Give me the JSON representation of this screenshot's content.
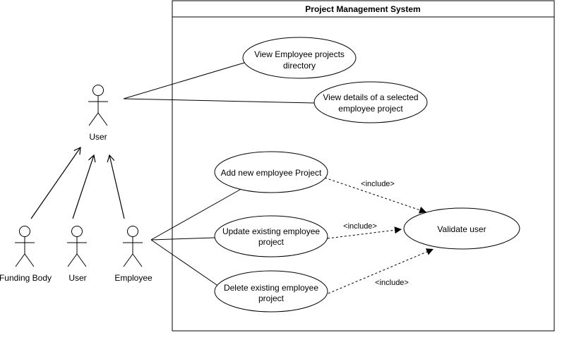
{
  "system": {
    "title": "Project Management System"
  },
  "actors": {
    "user_top": "User",
    "funding_body": "Funding Body",
    "user_bottom": "User",
    "employee": "Employee"
  },
  "use_cases": {
    "view_directory": [
      "View Employee projects",
      "directory"
    ],
    "view_details": [
      "View details of a selected",
      "employee project"
    ],
    "add_project": [
      "Add new employee Project"
    ],
    "update_project": [
      "Update existing employee",
      "project"
    ],
    "delete_project": [
      "Delete existing employee",
      "project"
    ],
    "validate_user": [
      "Validate user"
    ]
  },
  "relations": {
    "include_1": "<include>",
    "include_2": "<include>",
    "include_3": "<include>"
  },
  "colors": {
    "stroke": "#000000",
    "background": "#ffffff"
  }
}
